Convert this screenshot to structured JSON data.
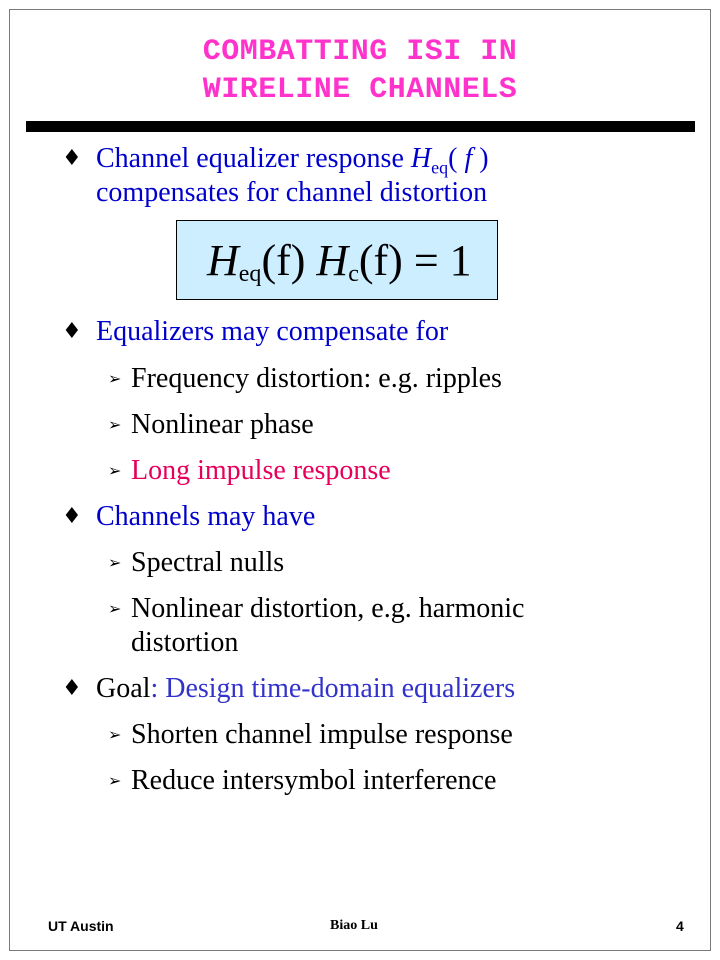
{
  "slide": {
    "title_line1": "COMBATTING ISI IN",
    "title_line2": "WIRELINE CHANNELS",
    "colors": {
      "title": "#ff33cc",
      "rule": "#000000",
      "bullet_blue": "#0000cc",
      "highlight_pink": "#e6005c",
      "goal_blue": "#3333cc",
      "formula_box": "#cceeff"
    },
    "bullet_icon": "diamond-bullet-icon",
    "subbullet_icon": "arrowhead-bullet-icon"
  },
  "content": {
    "b1_prefix": "Channel equalizer response ",
    "b1_H": "H",
    "b1_sub": "eq",
    "b1_paren_open": "( ",
    "b1_f": "f",
    "b1_paren_close": " )",
    "b1_line2": "compensates for channel distortion",
    "formula": {
      "H1": "H",
      "sub1": "eq",
      "arg1": "(f)",
      "H2": "H",
      "sub2": "c",
      "arg2": "(f)",
      "rhs": "= 1"
    },
    "b2": "Equalizers may compensate for",
    "b2_sub": [
      "Frequency distortion: e.g. ripples",
      "Nonlinear phase",
      "Long impulse response"
    ],
    "b3": "Channels may have",
    "b3_sub1": "Spectral nulls",
    "b3_sub2_line1": "Nonlinear distortion, e.g. harmonic",
    "b3_sub2_line2": "distortion",
    "b4_label": "Goal",
    "b4_text": ": Design time-domain equalizers",
    "b4_sub": [
      "Shorten channel impulse response",
      "Reduce intersymbol interference"
    ]
  },
  "footer": {
    "left": "UT Austin",
    "center": "Biao Lu",
    "page": "4"
  }
}
